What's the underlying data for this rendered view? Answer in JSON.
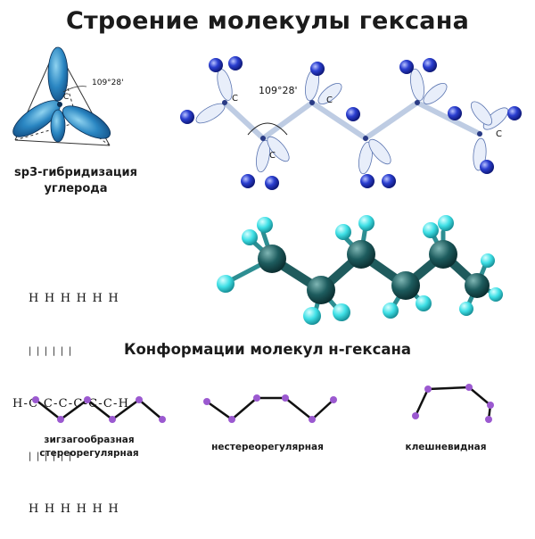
{
  "title": "Строение молекулы гексана",
  "sp3": {
    "caption_line1": "sp3-гибридизация",
    "caption_line2": "углерода",
    "angle": "109°28'",
    "atom": "C"
  },
  "chain": {
    "angle": "109°28'",
    "atom": "C"
  },
  "formula": {
    "top": "H H H H H H",
    "bonds_top": "| | | | | |",
    "middle": "H-C-C-C-C-C-C-H",
    "bonds_bottom": "| | | | | |",
    "bottom": "H H H H H H"
  },
  "subtitle": "Конформации молекул н-гексана",
  "conformations": [
    {
      "label_line1": "зигзагообразная",
      "label_line2": "стереорегулярная"
    },
    {
      "label_line1": "нестереорегулярная",
      "label_line2": ""
    },
    {
      "label_line1": "клешневидная",
      "label_line2": ""
    }
  ],
  "colors": {
    "carbon_ball": "#1d5c5e",
    "hydrogen_ball": "#3fe0e6",
    "orbital_blue": "#2a6fb5",
    "hydrogen_blue": "#2533b8",
    "conf_node": "#9b59d0",
    "conf_line": "#111111"
  }
}
